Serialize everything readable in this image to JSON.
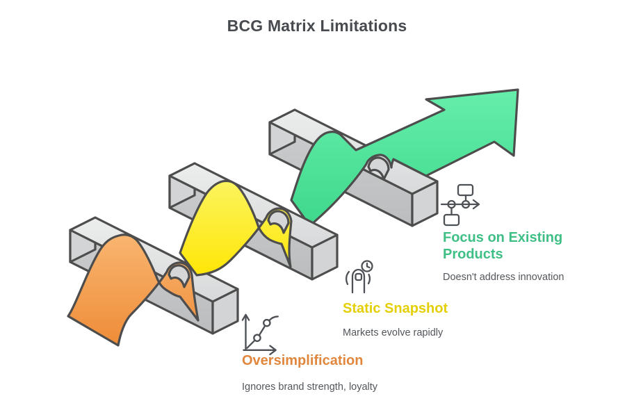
{
  "title": "BCG Matrix Limitations",
  "sections": [
    {
      "heading": "Oversimplification",
      "subheading": "Ignores brand strength, loyalty",
      "icon": "line-chart-icon",
      "accent_color": "#e1873d",
      "ribbon_color": "#f09040"
    },
    {
      "heading": "Static Snapshot",
      "subheading": "Markets evolve rapidly",
      "icon": "tap-clock-icon",
      "accent_color": "#e3cf04",
      "ribbon_color": "#ffe607"
    },
    {
      "heading": "Focus on Existing Products",
      "subheading": "Doesn't address innovation",
      "icon": "flowchart-arrow-icon",
      "accent_color": "#3fbf85",
      "ribbon_color": "#3ed88b"
    }
  ],
  "illustration": {
    "description": "ribbon weaving over three hurdles into rising arrow",
    "beam_color": "#d3d4d5",
    "outline_color": "#4d4d4d"
  }
}
